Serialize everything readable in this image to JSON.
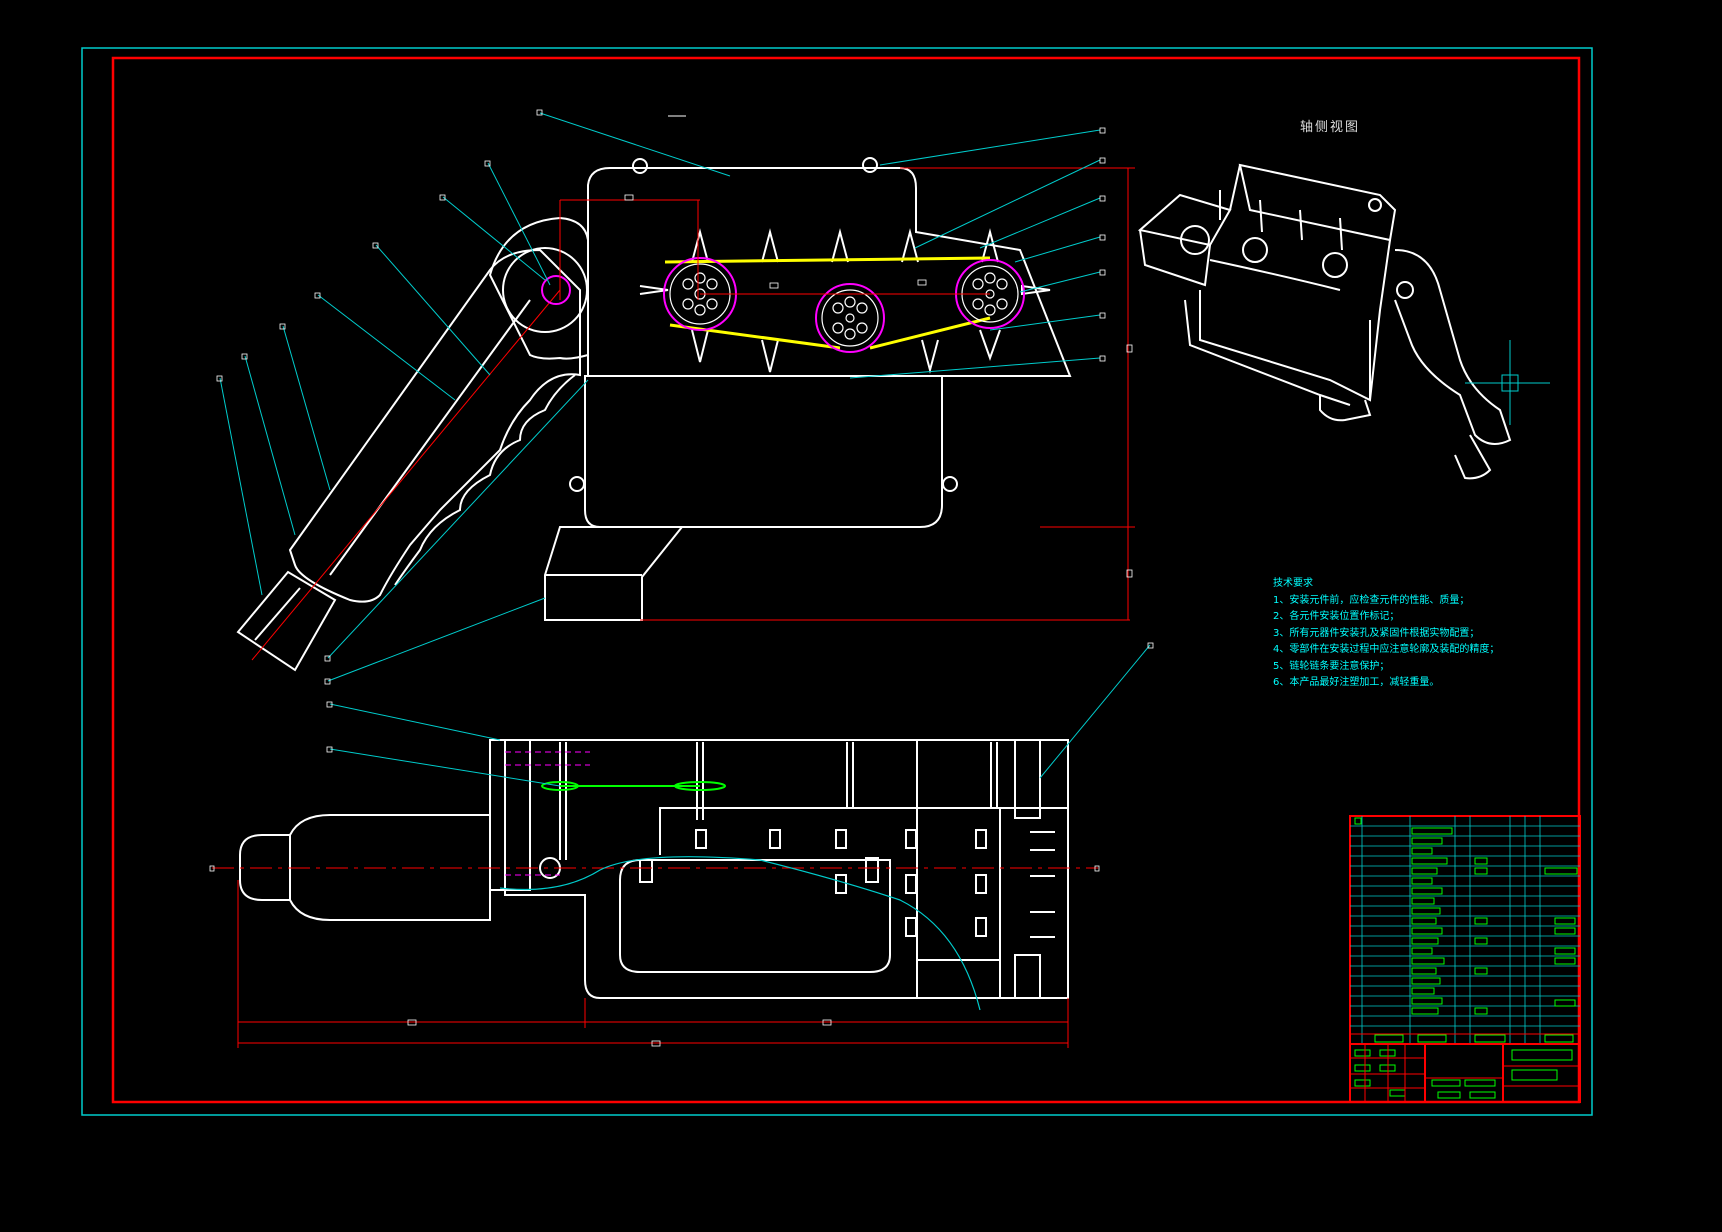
{
  "drawing": {
    "view_title": "轴侧视图",
    "tech_requirements": {
      "heading": "技术要求",
      "items": [
        "1、安装元件前，应检查元件的性能、质量；",
        "2、各元件安装位置作标记；",
        "3、所有元器件安装孔及紧固件根据实物配置；",
        "4、零部件在安装过程中应注意轮廓及装配的精度；",
        "5、链轮链条要注意保护；",
        "6、本产品最好注塑加工，减轻重量。"
      ]
    },
    "colors": {
      "outline": "#ffffff",
      "dimension": "#ff0000",
      "leader": "#00ffff",
      "chain": "#ffff00",
      "sprocket": "#ff00ff",
      "title_block": "#00ff00",
      "outer_frame": "#00ffff",
      "inner_frame": "#ff0000"
    }
  }
}
